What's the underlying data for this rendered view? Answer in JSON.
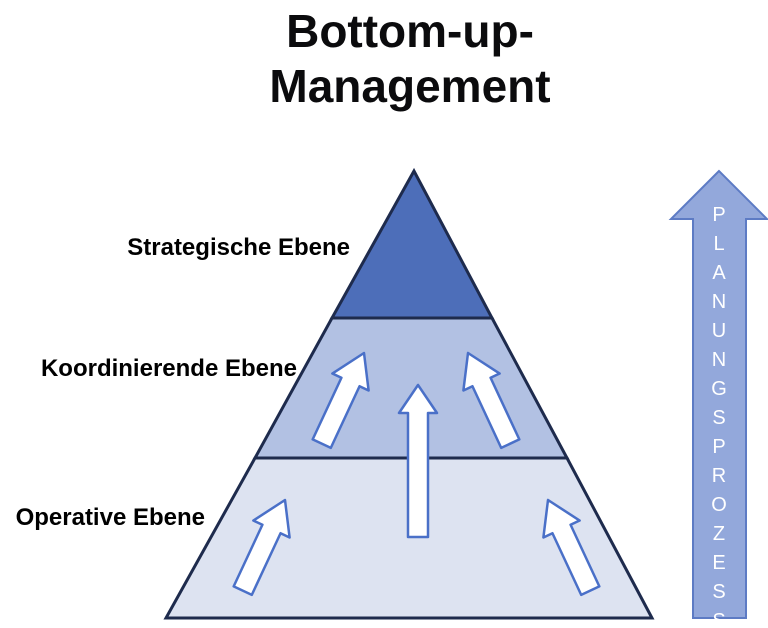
{
  "title": {
    "lines": [
      "Bottom-up-",
      "Management"
    ],
    "color": "#0b0b0d"
  },
  "pyramid": {
    "outline_color": "#1e2b4d",
    "levels": [
      {
        "label": "Strategische Ebene",
        "fill": "#4d6eb9"
      },
      {
        "label": "Koordinierende Ebene",
        "fill": "#b2c1e3"
      },
      {
        "label": "Operative Ebene",
        "fill": "#dde3f1"
      }
    ]
  },
  "flow_arrows": {
    "fill": "#ffffff",
    "stroke": "#4a70c8"
  },
  "process_arrow": {
    "label": "PLANUNGSPROZESS",
    "fill": "#93a8db",
    "stroke": "#5d7bc4",
    "label_color": "#ffffff"
  },
  "background": "#ffffff",
  "label_color": "#000000"
}
